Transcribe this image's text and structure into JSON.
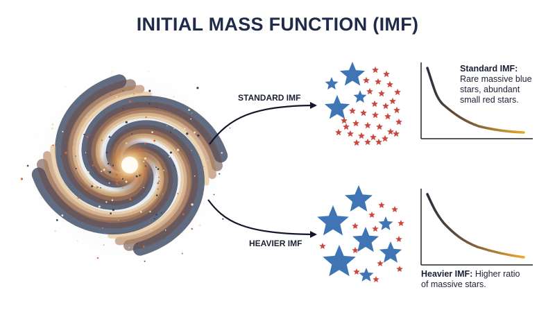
{
  "title": "INITIAL MASS FUNCTION (IMF)",
  "standard": {
    "label": "STANDARD IMF",
    "note_bold": "Standard IMF:",
    "note_lines": [
      "Rare massive blue",
      "stars, abundant",
      "small red stars."
    ]
  },
  "heavier": {
    "label": "HEAVIER IMF",
    "note_bold": "Heavier IMF:",
    "note_rest": " Higher ratio",
    "note_line2": "of massive stars."
  },
  "colors": {
    "title": "#1f2b4a",
    "blue_star": "#3f74b5",
    "red_star": "#c9473f",
    "curve_start": "#2a2f3e",
    "curve_end": "#e7a92c"
  }
}
